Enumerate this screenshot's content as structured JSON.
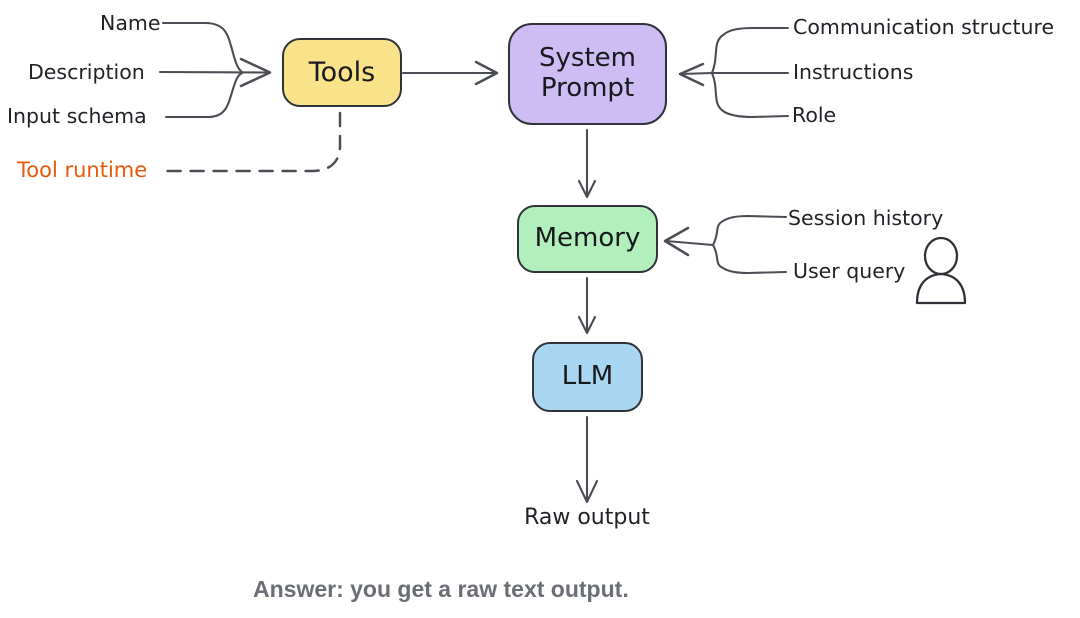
{
  "diagram": {
    "tool_inputs": [
      "Name",
      "Description",
      "Input schema"
    ],
    "tool_runtime_label": "Tool runtime",
    "nodes": {
      "tools": {
        "label": "Tools",
        "fill": "#f9e38a"
      },
      "system_prompt": {
        "label": "System Prompt",
        "fill": "#cdbdf4"
      },
      "memory": {
        "label": "Memory",
        "fill": "#b3efbc"
      },
      "llm": {
        "label": "LLM",
        "fill": "#a9d7f2"
      }
    },
    "system_prompt_inputs": [
      "Communication structure",
      "Instructions",
      "Role"
    ],
    "memory_inputs": [
      "Session history",
      "User query"
    ],
    "raw_output_label": "Raw output",
    "caption": "Answer: you get a raw text output.",
    "colors": {
      "connector": "#4a4e54",
      "box_border": "#30333a",
      "text": "#1f2227",
      "tool_runtime": "#e8590c",
      "caption": "#6b6e74",
      "background": "#ffffff"
    }
  }
}
